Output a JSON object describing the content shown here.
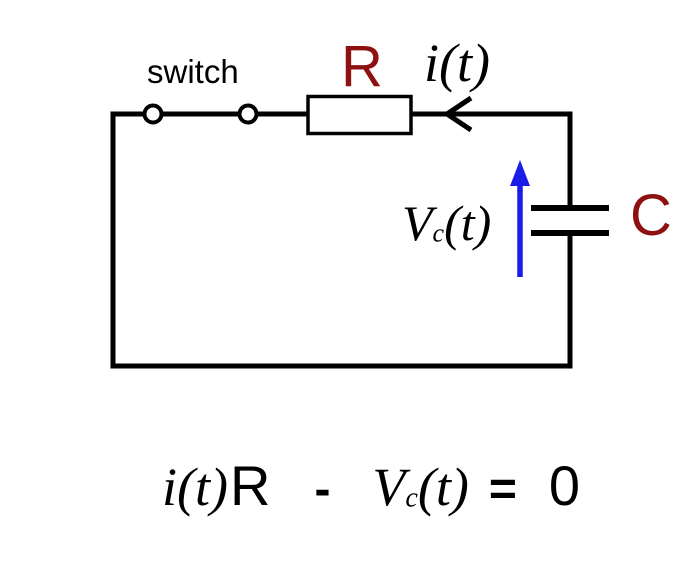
{
  "colors": {
    "background": "#ffffff",
    "wire": "#000000",
    "text": "#000000",
    "component_label": "#8e1111",
    "voltage_arrow": "#1c1ce8"
  },
  "circuit": {
    "switch_label": "switch",
    "resistor_label": "R",
    "current_label": "i(t)",
    "capacitor_label": "C",
    "voltage_label": {
      "base": "V",
      "sub": "c",
      "suffix": "(t)"
    }
  },
  "equation": {
    "current_term": "i(t)",
    "resistance_term": "R",
    "minus": "-",
    "voltage_base": "V",
    "voltage_sub": "c",
    "voltage_suffix": "(t)",
    "equals": "=",
    "result": "0"
  }
}
